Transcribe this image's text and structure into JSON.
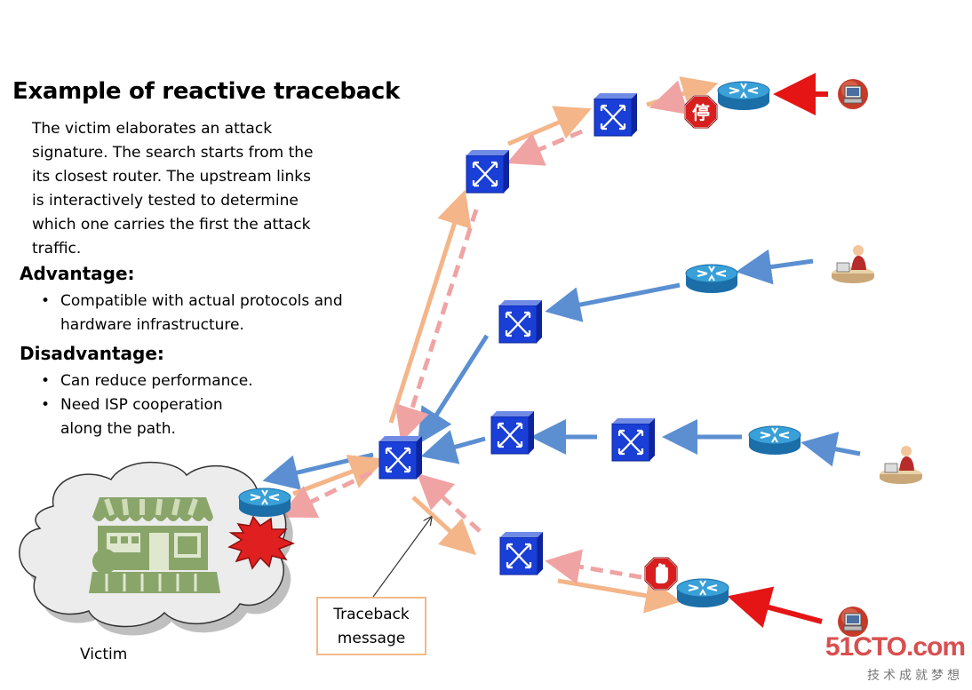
{
  "title": "Example of reactive traceback",
  "description_lines": [
    "The victim elaborates an attack",
    "signature. The search starts from the",
    "its closest router. The upstream links",
    "is interactively tested to determine",
    "which one carries the first the attack",
    "traffic."
  ],
  "advantage": {
    "heading": "Advantage:",
    "bullets": [
      "Compatible with actual protocols and",
      "hardware infrastructure."
    ]
  },
  "disadvantage": {
    "heading": "Disadvantage:",
    "bullets": [
      "Can reduce performance.",
      "Need ISP cooperation",
      "along the path."
    ]
  },
  "callout": {
    "line1": "Traceback",
    "line2": "message"
  },
  "victim_label": "Victim",
  "stop_sign_text": "停",
  "watermark": {
    "main": "51CTO.com",
    "sub": "技术成就梦想"
  },
  "colors": {
    "attack_red": "#e51515",
    "legit_blue": "#5b8fd1",
    "probe_orange": "#f4b589",
    "traceback_pink": "#f0a3a3",
    "switch_blue": "#1a3fd6",
    "router_teal": "#2f8fc4",
    "cloud_fill": "#ececec",
    "shop_green": "#8aa56a"
  }
}
